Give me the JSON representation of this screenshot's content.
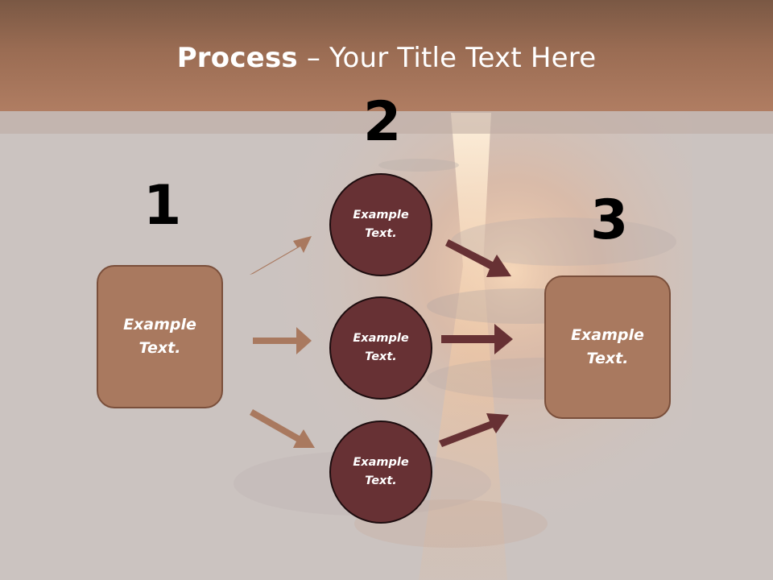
{
  "title": {
    "bold": "Process",
    "rest": " – Your Title Text Here"
  },
  "steps": [
    {
      "number": "1",
      "box_text": "Example Text."
    },
    {
      "number": "2",
      "circles": [
        "Example Text.",
        "Example Text.",
        "Example Text."
      ]
    },
    {
      "number": "3",
      "box_text": "Example Text."
    }
  ],
  "colors": {
    "box_fill": "#a9795f",
    "circle_fill": "#673134",
    "arrow_light": "#a9795f",
    "arrow_dark": "#673134",
    "title_bar": "#9a6c53"
  }
}
